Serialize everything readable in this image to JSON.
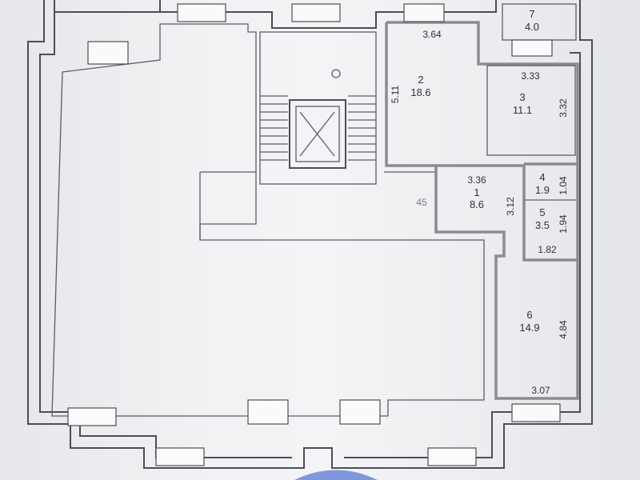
{
  "rooms": [
    {
      "number": "1",
      "area": "8.6"
    },
    {
      "number": "2",
      "area": "18.6"
    },
    {
      "number": "3",
      "area": "11.1"
    },
    {
      "number": "4",
      "area": "1.9"
    },
    {
      "number": "5",
      "area": "3.5"
    },
    {
      "number": "6",
      "area": "14.9"
    },
    {
      "number": "7",
      "area": "4.0"
    }
  ],
  "dimensions": {
    "room2_width": "3.64",
    "room2_height": "5.11",
    "room3_width": "3.33",
    "room3_height": "3.32",
    "room1_width": "3.36",
    "room1_height": "3.12",
    "room4_height": "1.04",
    "room5_height": "1.94",
    "room5_width": "1.82",
    "room6_height": "4.84",
    "room6_width": "3.07",
    "corridor_mark": "45"
  },
  "colors": {
    "walls": "#4b4e57",
    "apartment_outline": "#8a8c92",
    "paper": "#f2f2f4"
  }
}
